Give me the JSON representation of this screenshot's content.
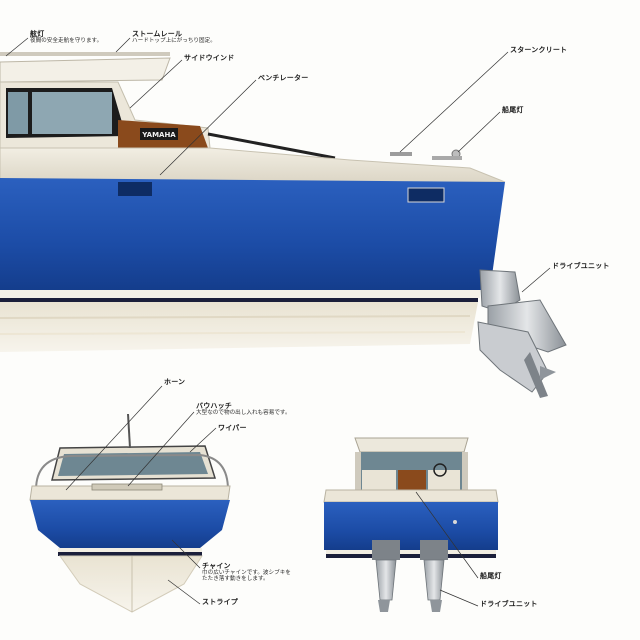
{
  "brand": "YAMAHA",
  "colors": {
    "hull_blue": "#1e4fa8",
    "hull_blue_dark": "#123a86",
    "cream": "#ebe6d8",
    "cream_shadow": "#d6d0bf",
    "wood": "#8a4a1c",
    "line": "#333333"
  },
  "labels": {
    "navigation_light": {
      "title": "舷灯",
      "desc": "夜間の安全走航を守ります。"
    },
    "storm_rail": {
      "title": "ストームレール",
      "desc": "ハードトップ上にがっちり固定。"
    },
    "side_window": {
      "title": "サイドウインド"
    },
    "ventilator": {
      "title": "ベンチレーター"
    },
    "stern_cleat": {
      "title": "スターンクリート"
    },
    "stern_light_top": {
      "title": "船尾灯"
    },
    "drive_unit_top": {
      "title": "ドライブユニット"
    },
    "horn": {
      "title": "ホーン"
    },
    "bow_hatch": {
      "title": "バウハッチ",
      "desc": "大型なので物の出し入れも容易です。"
    },
    "wiper": {
      "title": "ワイパー"
    },
    "chine": {
      "title": "チャイン",
      "desc": "巾の広いチャインです。波シブキを",
      "desc2": "たたき落す動きをします。"
    },
    "stripe": {
      "title": "ストライプ"
    },
    "stern_light_bottom": {
      "title": "船尾灯"
    },
    "drive_unit_bottom": {
      "title": "ドライブユニット"
    }
  }
}
